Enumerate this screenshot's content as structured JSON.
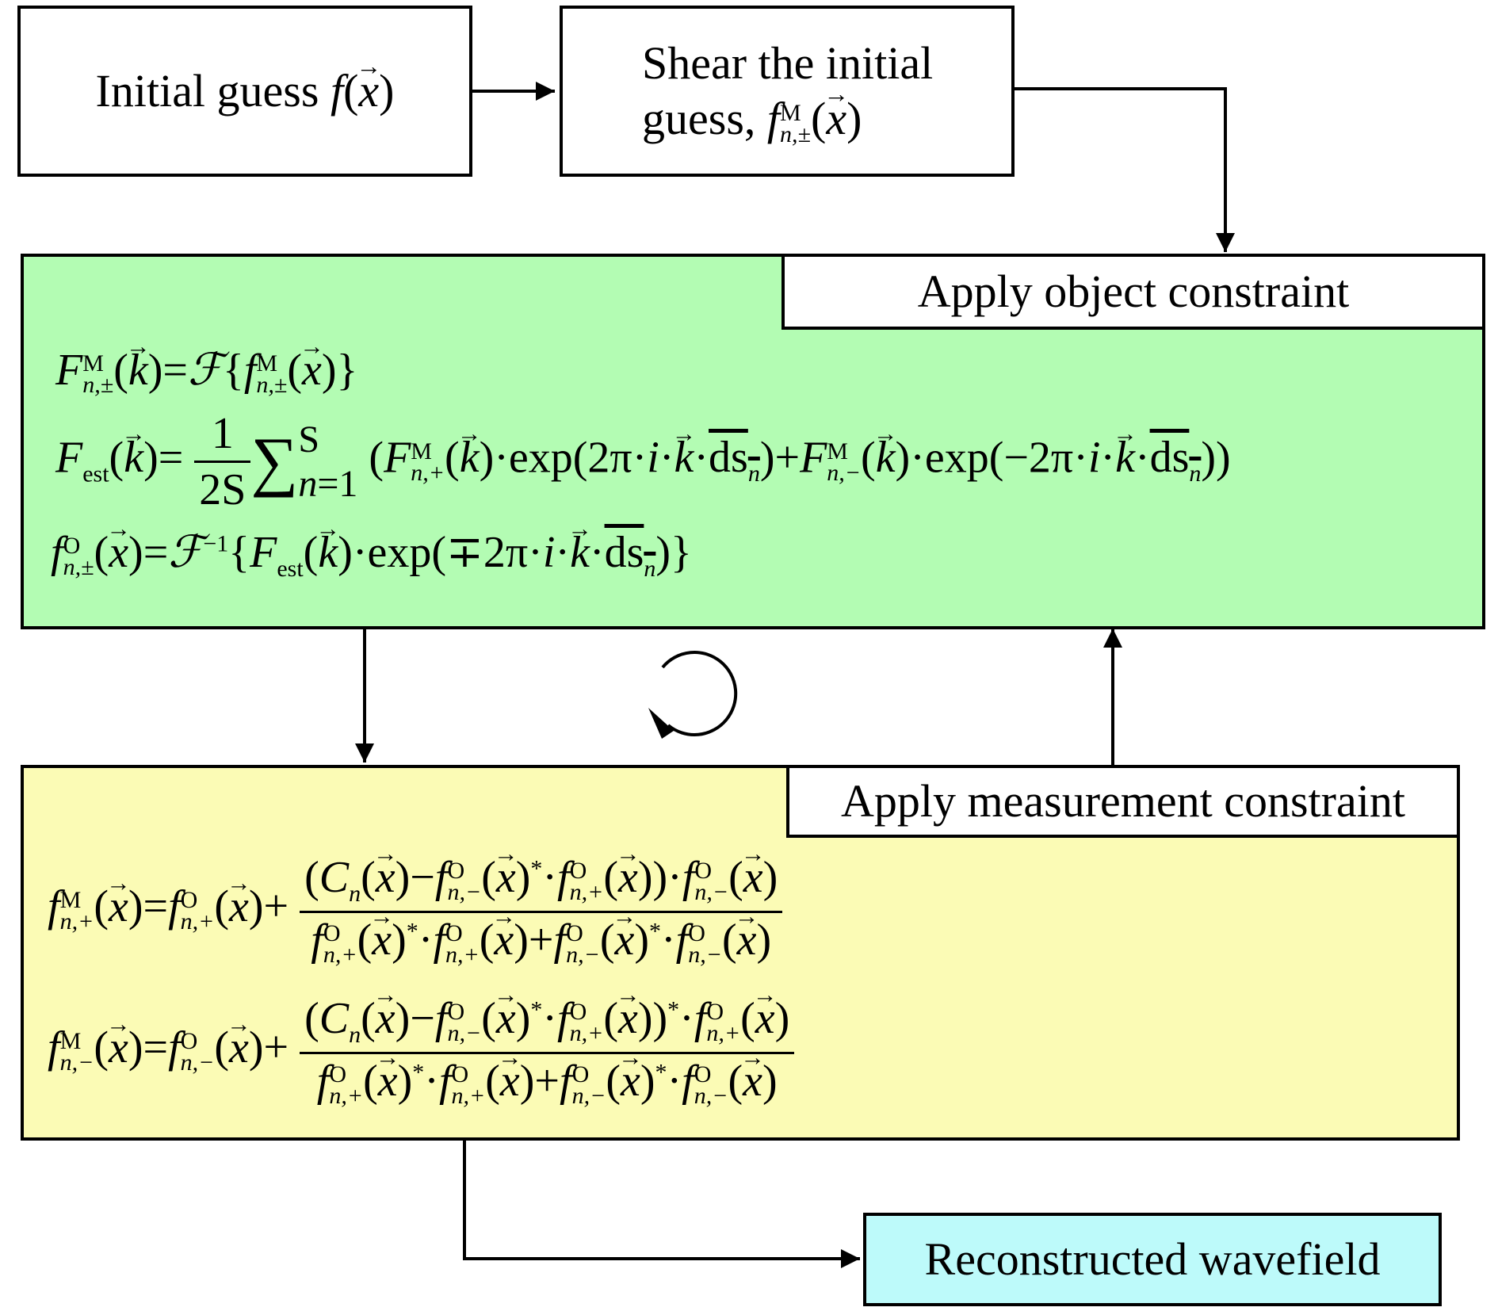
{
  "nodes": {
    "initial_guess": {
      "label": "Initial guess "
    },
    "shear": {
      "line1": "Shear the initial",
      "line2": "guess, "
    },
    "object_constraint": {
      "title": "Apply object constraint"
    },
    "measurement_constraint": {
      "title": "Apply measurement constraint"
    },
    "reconstructed": {
      "label": "Reconstructed wavefield"
    }
  },
  "colors": {
    "object_panel": "#b3fcb3",
    "measurement_panel": "#fbfbb5",
    "reconstructed_panel": "#bdfafa",
    "border": "#000000"
  },
  "icons": {
    "loop": "clockwise-loop-arrow-icon"
  }
}
